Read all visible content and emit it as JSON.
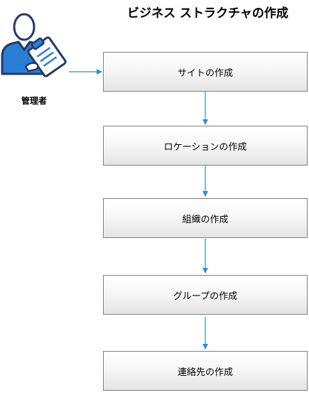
{
  "title": "ビジネス ストラクチャの作成",
  "actor": {
    "label": "管理者",
    "icon": "administrator-clipboard-icon"
  },
  "steps": [
    {
      "label": "サイトの作成"
    },
    {
      "label": "ロケーションの作成"
    },
    {
      "label": "組織の作成"
    },
    {
      "label": "グループの作成"
    },
    {
      "label": "連絡先の作成"
    }
  ],
  "colors": {
    "arrow": "#2f8fd8",
    "box_border": "#7f7f7f",
    "icon_dark": "#233a66",
    "icon_blue": "#2a7fd4"
  }
}
